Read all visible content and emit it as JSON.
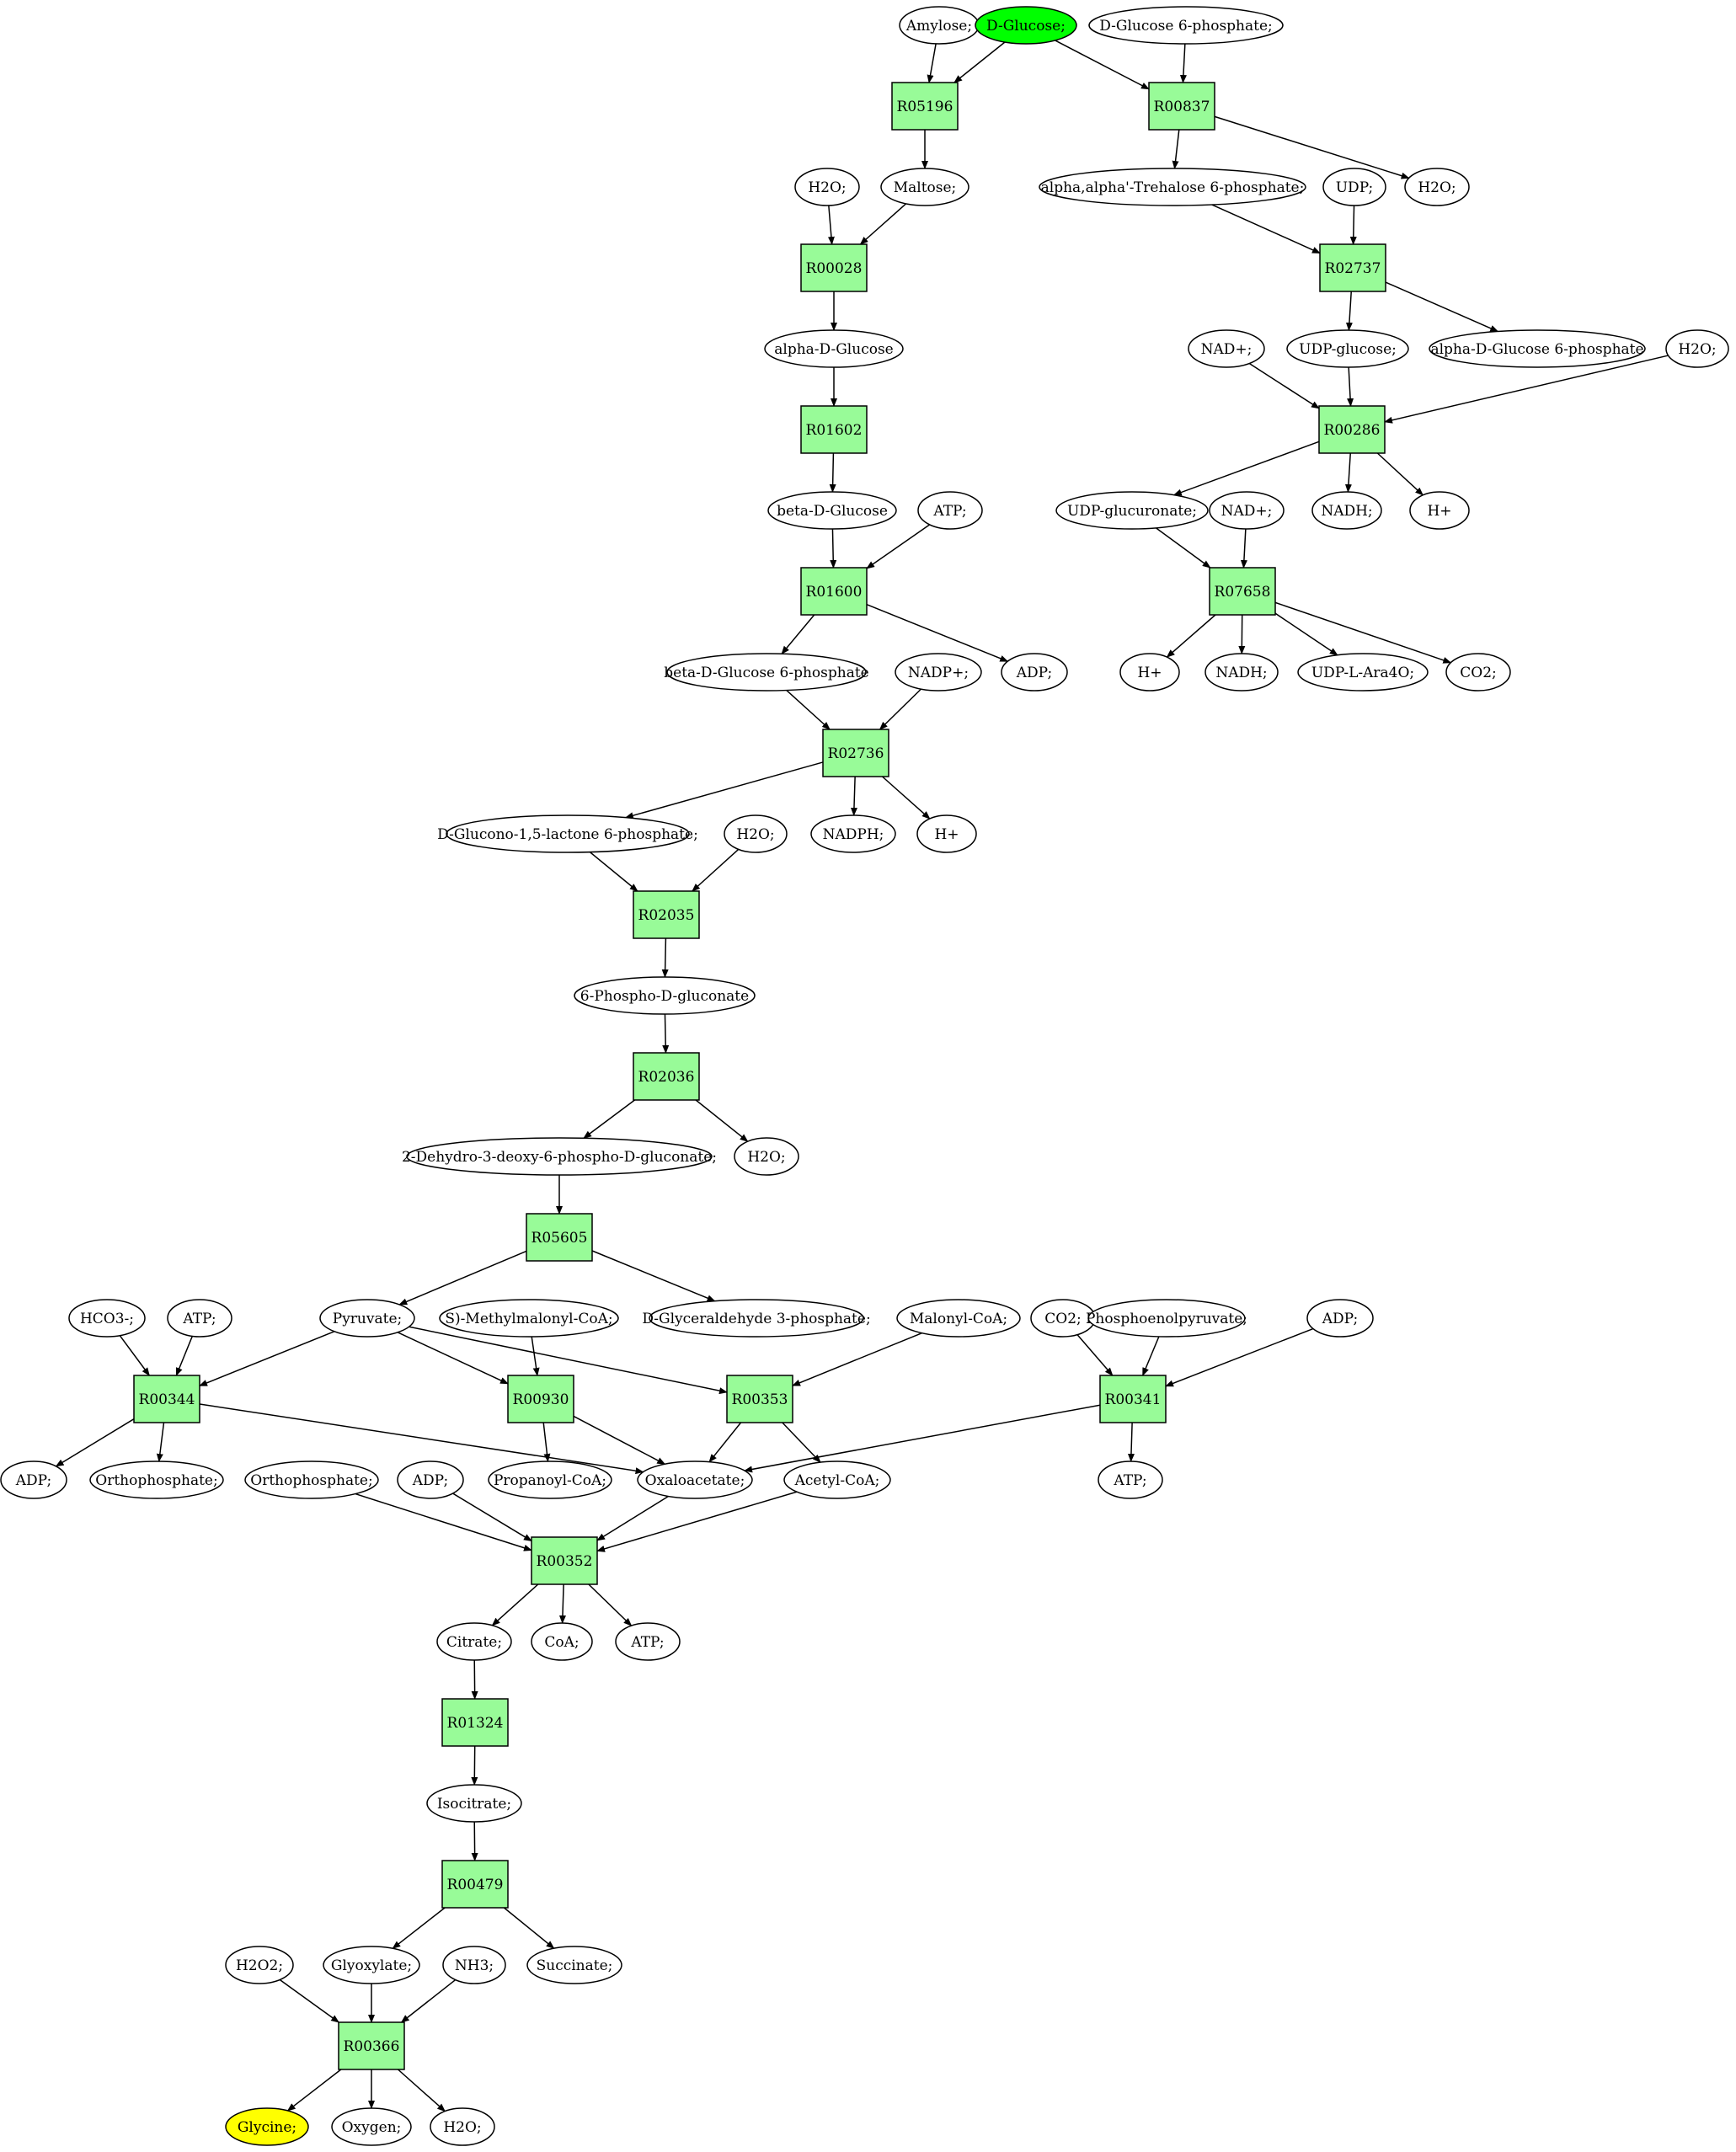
{
  "colors": {
    "reaction": "#98fb98",
    "source": "#00ff00",
    "target": "#ffff00",
    "compound": "#ffffff"
  },
  "nodes": [
    {
      "id": "amylose",
      "label": "Amylose;",
      "type": "compound"
    },
    {
      "id": "dglucose",
      "label": "D-Glucose;",
      "type": "compound",
      "highlight": "source"
    },
    {
      "id": "g6p",
      "label": "D-Glucose 6-phosphate;",
      "type": "compound"
    },
    {
      "id": "r05196",
      "label": "R05196",
      "type": "reaction"
    },
    {
      "id": "r00837",
      "label": "R00837",
      "type": "reaction"
    },
    {
      "id": "h2o_1",
      "label": "H2O;",
      "type": "compound"
    },
    {
      "id": "maltose",
      "label": "Maltose;",
      "type": "compound"
    },
    {
      "id": "trehalose6p",
      "label": "alpha,alpha'-Trehalose 6-phosphate;",
      "type": "compound"
    },
    {
      "id": "udp",
      "label": "UDP;",
      "type": "compound"
    },
    {
      "id": "h2o_2",
      "label": "H2O;",
      "type": "compound"
    },
    {
      "id": "r00028",
      "label": "R00028",
      "type": "reaction"
    },
    {
      "id": "r02737",
      "label": "R02737",
      "type": "reaction"
    },
    {
      "id": "alphaDglucose",
      "label": "alpha-D-Glucose",
      "type": "compound"
    },
    {
      "id": "nadplus_1",
      "label": "NAD+;",
      "type": "compound"
    },
    {
      "id": "udpglucose",
      "label": "UDP-glucose;",
      "type": "compound"
    },
    {
      "id": "aDg6p",
      "label": "alpha-D-Glucose 6-phosphate",
      "type": "compound"
    },
    {
      "id": "h2o_3",
      "label": "H2O;",
      "type": "compound"
    },
    {
      "id": "r01602",
      "label": "R01602",
      "type": "reaction"
    },
    {
      "id": "r00286",
      "label": "R00286",
      "type": "reaction"
    },
    {
      "id": "betaDglucose",
      "label": "beta-D-Glucose",
      "type": "compound"
    },
    {
      "id": "atp_1",
      "label": "ATP;",
      "type": "compound"
    },
    {
      "id": "udpglucuronate",
      "label": "UDP-glucuronate;",
      "type": "compound"
    },
    {
      "id": "nadplus_2",
      "label": "NAD+;",
      "type": "compound"
    },
    {
      "id": "nadh_1",
      "label": "NADH;",
      "type": "compound"
    },
    {
      "id": "hplus_1",
      "label": "H+",
      "type": "compound"
    },
    {
      "id": "r01600",
      "label": "R01600",
      "type": "reaction"
    },
    {
      "id": "r07658",
      "label": "R07658",
      "type": "reaction"
    },
    {
      "id": "bDg6p",
      "label": "beta-D-Glucose 6-phosphate",
      "type": "compound"
    },
    {
      "id": "nadpplus",
      "label": "NADP+;",
      "type": "compound"
    },
    {
      "id": "adp_1",
      "label": "ADP;",
      "type": "compound"
    },
    {
      "id": "hplus_2",
      "label": "H+",
      "type": "compound"
    },
    {
      "id": "nadh_2",
      "label": "NADH;",
      "type": "compound"
    },
    {
      "id": "udpara",
      "label": "UDP-L-Ara4O;",
      "type": "compound"
    },
    {
      "id": "co2_1",
      "label": "CO2;",
      "type": "compound"
    },
    {
      "id": "r02736",
      "label": "R02736",
      "type": "reaction"
    },
    {
      "id": "glucono",
      "label": "D-Glucono-1,5-lactone 6-phosphate;",
      "type": "compound"
    },
    {
      "id": "h2o_4",
      "label": "H2O;",
      "type": "compound"
    },
    {
      "id": "nadph",
      "label": "NADPH;",
      "type": "compound"
    },
    {
      "id": "hplus_3",
      "label": "H+",
      "type": "compound"
    },
    {
      "id": "r02035",
      "label": "R02035",
      "type": "reaction"
    },
    {
      "id": "phosphogluconate",
      "label": "6-Phospho-D-gluconate",
      "type": "compound"
    },
    {
      "id": "r02036",
      "label": "R02036",
      "type": "reaction"
    },
    {
      "id": "kdpg",
      "label": "2-Dehydro-3-deoxy-6-phospho-D-gluconate;",
      "type": "compound"
    },
    {
      "id": "h2o_5",
      "label": "H2O;",
      "type": "compound"
    },
    {
      "id": "r05605",
      "label": "R05605",
      "type": "reaction"
    },
    {
      "id": "hco3",
      "label": "HCO3-;",
      "type": "compound"
    },
    {
      "id": "atp_2",
      "label": "ATP;",
      "type": "compound"
    },
    {
      "id": "pyruvate",
      "label": "Pyruvate;",
      "type": "compound"
    },
    {
      "id": "smmcoa",
      "label": "S)-Methylmalonyl-CoA;",
      "type": "compound"
    },
    {
      "id": "gap",
      "label": "D-Glyceraldehyde 3-phosphate;",
      "type": "compound"
    },
    {
      "id": "malonylcoa",
      "label": "Malonyl-CoA;",
      "type": "compound"
    },
    {
      "id": "co2_2",
      "label": "CO2;",
      "type": "compound"
    },
    {
      "id": "pep",
      "label": "Phosphoenolpyruvate;",
      "type": "compound"
    },
    {
      "id": "adp_2",
      "label": "ADP;",
      "type": "compound"
    },
    {
      "id": "r00344",
      "label": "R00344",
      "type": "reaction"
    },
    {
      "id": "r00930",
      "label": "R00930",
      "type": "reaction"
    },
    {
      "id": "r00353",
      "label": "R00353",
      "type": "reaction"
    },
    {
      "id": "r00341",
      "label": "R00341",
      "type": "reaction"
    },
    {
      "id": "adp_3",
      "label": "ADP;",
      "type": "compound"
    },
    {
      "id": "orthophosphate_1",
      "label": "Orthophosphate;",
      "type": "compound"
    },
    {
      "id": "orthophosphate_2",
      "label": "Orthophosphate;",
      "type": "compound"
    },
    {
      "id": "adp_4",
      "label": "ADP;",
      "type": "compound"
    },
    {
      "id": "propanoylcoa",
      "label": "Propanoyl-CoA;",
      "type": "compound"
    },
    {
      "id": "oxaloacetate",
      "label": "Oxaloacetate;",
      "type": "compound"
    },
    {
      "id": "acetylcoa",
      "label": "Acetyl-CoA;",
      "type": "compound"
    },
    {
      "id": "atp_3",
      "label": "ATP;",
      "type": "compound"
    },
    {
      "id": "r00352",
      "label": "R00352",
      "type": "reaction"
    },
    {
      "id": "citrate",
      "label": "Citrate;",
      "type": "compound"
    },
    {
      "id": "coa",
      "label": "CoA;",
      "type": "compound"
    },
    {
      "id": "atp_4",
      "label": "ATP;",
      "type": "compound"
    },
    {
      "id": "r01324",
      "label": "R01324",
      "type": "reaction"
    },
    {
      "id": "isocitrate",
      "label": "Isocitrate;",
      "type": "compound"
    },
    {
      "id": "r00479",
      "label": "R00479",
      "type": "reaction"
    },
    {
      "id": "h2o2",
      "label": "H2O2;",
      "type": "compound"
    },
    {
      "id": "glyoxylate",
      "label": "Glyoxylate;",
      "type": "compound"
    },
    {
      "id": "nh3",
      "label": "NH3;",
      "type": "compound"
    },
    {
      "id": "succinate",
      "label": "Succinate;",
      "type": "compound"
    },
    {
      "id": "r00366",
      "label": "R00366",
      "type": "reaction"
    },
    {
      "id": "glycine",
      "label": "Glycine;",
      "type": "compound",
      "highlight": "target"
    },
    {
      "id": "oxygen",
      "label": "Oxygen;",
      "type": "compound"
    },
    {
      "id": "h2o_6",
      "label": "H2O;",
      "type": "compound"
    }
  ],
  "edges": [
    [
      "amylose",
      "r05196"
    ],
    [
      "dglucose",
      "r05196"
    ],
    [
      "dglucose",
      "r00837"
    ],
    [
      "g6p",
      "r00837"
    ],
    [
      "r05196",
      "maltose"
    ],
    [
      "r00837",
      "trehalose6p"
    ],
    [
      "r00837",
      "h2o_2"
    ],
    [
      "h2o_1",
      "r00028"
    ],
    [
      "maltose",
      "r00028"
    ],
    [
      "r00028",
      "alphaDglucose"
    ],
    [
      "trehalose6p",
      "r02737"
    ],
    [
      "udp",
      "r02737"
    ],
    [
      "r02737",
      "udpglucose"
    ],
    [
      "r02737",
      "aDg6p"
    ],
    [
      "alphaDglucose",
      "r01602"
    ],
    [
      "r01602",
      "betaDglucose"
    ],
    [
      "nadplus_1",
      "r00286"
    ],
    [
      "udpglucose",
      "r00286"
    ],
    [
      "h2o_3",
      "r00286"
    ],
    [
      "r00286",
      "udpglucuronate"
    ],
    [
      "r00286",
      "nadh_1"
    ],
    [
      "r00286",
      "hplus_1"
    ],
    [
      "betaDglucose",
      "r01600"
    ],
    [
      "atp_1",
      "r01600"
    ],
    [
      "r01600",
      "bDg6p"
    ],
    [
      "r01600",
      "adp_1"
    ],
    [
      "udpglucuronate",
      "r07658"
    ],
    [
      "nadplus_2",
      "r07658"
    ],
    [
      "r07658",
      "hplus_2"
    ],
    [
      "r07658",
      "nadh_2"
    ],
    [
      "r07658",
      "udpara"
    ],
    [
      "r07658",
      "co2_1"
    ],
    [
      "bDg6p",
      "r02736"
    ],
    [
      "nadpplus",
      "r02736"
    ],
    [
      "r02736",
      "glucono"
    ],
    [
      "r02736",
      "nadph"
    ],
    [
      "r02736",
      "hplus_3"
    ],
    [
      "glucono",
      "r02035"
    ],
    [
      "h2o_4",
      "r02035"
    ],
    [
      "r02035",
      "phosphogluconate"
    ],
    [
      "phosphogluconate",
      "r02036"
    ],
    [
      "r02036",
      "kdpg"
    ],
    [
      "r02036",
      "h2o_5"
    ],
    [
      "kdpg",
      "r05605"
    ],
    [
      "r05605",
      "pyruvate"
    ],
    [
      "r05605",
      "gap"
    ],
    [
      "hco3",
      "r00344"
    ],
    [
      "atp_2",
      "r00344"
    ],
    [
      "pyruvate",
      "r00344"
    ],
    [
      "pyruvate",
      "r00930"
    ],
    [
      "smmcoa",
      "r00930"
    ],
    [
      "pyruvate",
      "r00353"
    ],
    [
      "malonylcoa",
      "r00353"
    ],
    [
      "co2_2",
      "r00341"
    ],
    [
      "pep",
      "r00341"
    ],
    [
      "adp_2",
      "r00341"
    ],
    [
      "r00344",
      "adp_3"
    ],
    [
      "r00344",
      "orthophosphate_1"
    ],
    [
      "r00344",
      "oxaloacetate"
    ],
    [
      "r00930",
      "propanoylcoa"
    ],
    [
      "r00930",
      "oxaloacetate"
    ],
    [
      "r00353",
      "oxaloacetate"
    ],
    [
      "r00353",
      "acetylcoa"
    ],
    [
      "r00341",
      "oxaloacetate"
    ],
    [
      "r00341",
      "atp_3"
    ],
    [
      "orthophosphate_2",
      "r00352"
    ],
    [
      "adp_4",
      "r00352"
    ],
    [
      "oxaloacetate",
      "r00352"
    ],
    [
      "acetylcoa",
      "r00352"
    ],
    [
      "r00352",
      "citrate"
    ],
    [
      "r00352",
      "coa"
    ],
    [
      "r00352",
      "atp_4"
    ],
    [
      "citrate",
      "r01324"
    ],
    [
      "r01324",
      "isocitrate"
    ],
    [
      "isocitrate",
      "r00479"
    ],
    [
      "r00479",
      "glyoxylate"
    ],
    [
      "r00479",
      "succinate"
    ],
    [
      "h2o2",
      "r00366"
    ],
    [
      "glyoxylate",
      "r00366"
    ],
    [
      "nh3",
      "r00366"
    ],
    [
      "r00366",
      "glycine"
    ],
    [
      "r00366",
      "oxygen"
    ],
    [
      "r00366",
      "h2o_6"
    ]
  ]
}
